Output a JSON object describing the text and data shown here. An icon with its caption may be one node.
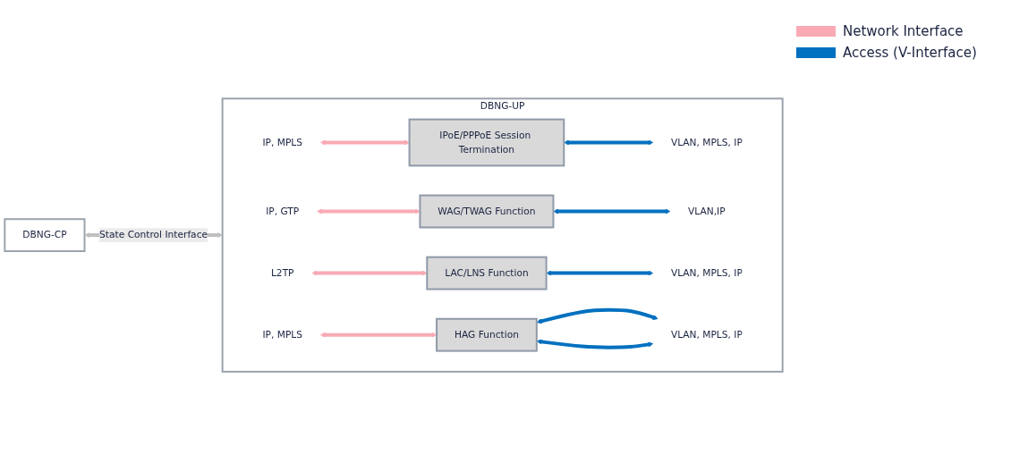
{
  "diagram": {
    "nodes": [
      {
        "text": [
          "DBNG-CP"
        ]
      },
      {
        "text": [
          "DBNG-UP"
        ]
      },
      {
        "text": [
          "IP, MPLS"
        ],
        "in": 1
      },
      {
        "text": [
          "IPoE/PPPoE Session Termination"
        ],
        "in": 1
      },
      {
        "text": [
          "VLAN, MPLS, IP"
        ],
        "in": 1
      },
      {
        "text": [
          "IP, GTP"
        ],
        "in": 1
      },
      {
        "text": [
          "WAG/TWAG Function"
        ],
        "in": 1
      },
      {
        "text": [
          "VLAN,IP"
        ],
        "in": 1
      },
      {
        "text": [
          "L2TP"
        ],
        "in": 1
      },
      {
        "text": [
          "LAC/LNS Function"
        ],
        "in": 1
      },
      {
        "text": [
          "VLAN, MPLS, IP"
        ],
        "in": 1
      },
      {
        "text": [
          "IP, MPLS"
        ],
        "in": 1
      },
      {
        "text": [
          "HAG Function"
        ],
        "in": 1
      },
      {
        "text": [
          "VLAN, MPLS, IP"
        ],
        "in": 1
      }
    ],
    "edges": [
      {
        "from": 0,
        "to": 1,
        "arrow": "both",
        "label": "State Control Interface",
        "color": "#c0c0c0"
      },
      {
        "from": 2,
        "to": 3,
        "arrow": "both",
        "color": "#f9aab5"
      },
      {
        "from": 3,
        "to": 4,
        "arrow": "both",
        "color": "#0070c0"
      },
      {
        "from": 5,
        "to": 6,
        "arrow": "both",
        "color": "#f9aab5"
      },
      {
        "from": 6,
        "to": 7,
        "arrow": "both",
        "color": "#0070c0"
      },
      {
        "from": 8,
        "to": 9,
        "arrow": "both",
        "color": "#f9aab5"
      },
      {
        "from": 9,
        "to": 10,
        "arrow": "both",
        "color": "#0070c0"
      },
      {
        "from": 11,
        "to": 12,
        "arrow": "both",
        "color": "#f9aab5"
      },
      {
        "from": 12,
        "to": 13,
        "arrow": "both",
        "color": "#0070c0"
      },
      {
        "from": 12,
        "to": 13,
        "arrow": "both",
        "color": "#0070c0"
      }
    ],
    "legend": [
      {
        "text": "Network Interface",
        "color": "#f9aab5"
      },
      {
        "text": "Access (V-Interface)",
        "color": "#0070c0"
      }
    ]
  }
}
